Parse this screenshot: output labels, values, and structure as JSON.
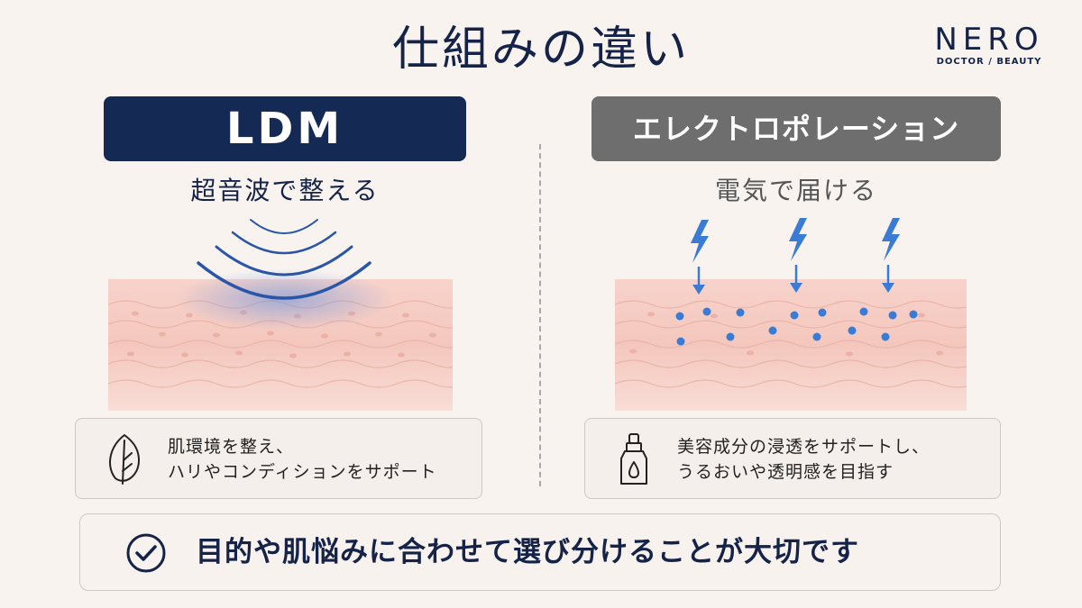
{
  "title": "仕組みの違い",
  "logo": {
    "name": "NERO",
    "subtitle": "DOCTOR / BEAUTY"
  },
  "left": {
    "label": "LDM",
    "subtitle": "超音波で整える",
    "description": [
      "肌環境を整え、",
      "ハリやコンディションをサポート"
    ],
    "icon": "leaf-icon"
  },
  "right": {
    "label": "エレクトロポレーション",
    "subtitle": "電気で届ける",
    "description": [
      "美容成分の浸透をサポートし、",
      "うるおいや透明感を目指す"
    ],
    "icon": "dropper-bottle-icon"
  },
  "conclusion": {
    "text": "目的や肌悩みに合わせて選び分けることが大切です",
    "icon": "check-circle-icon"
  },
  "colors": {
    "navy": "#142a55",
    "gray_banner": "#6e6e6e",
    "accent_blue": "#3a7bd5",
    "skin": "#f6cfc6"
  }
}
